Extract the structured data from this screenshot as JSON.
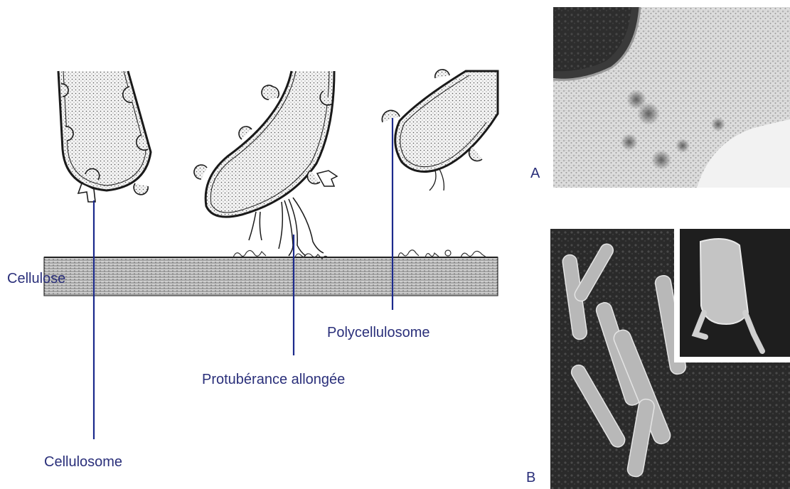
{
  "labels": {
    "cellulose": "Cellulose",
    "cellulosome": "Cellulosome",
    "protuberance": "Protubérance allongée",
    "polycellulosome": "Polycellulosome"
  },
  "panels": {
    "a": "A",
    "b": "B"
  },
  "colors": {
    "label_text": "#2a2f7a",
    "leader_line": "#1c2a8c"
  }
}
